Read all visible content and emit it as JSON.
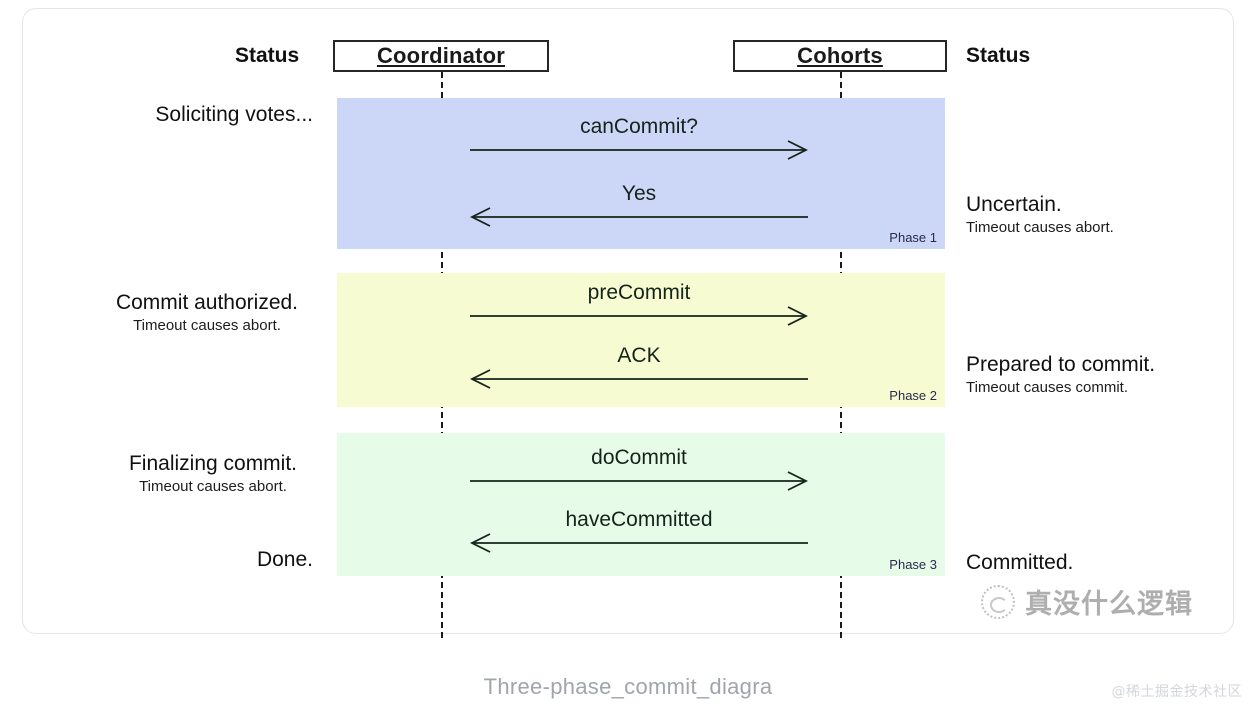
{
  "diagram": {
    "title_caption": "Three-phase_commit_diagra",
    "columns": {
      "status_left_label": "Status",
      "status_right_label": "Status",
      "coordinator_label": "Coordinator",
      "cohorts_label": "Cohorts"
    },
    "colors": {
      "phase1_band": "#ccd6f7",
      "phase2_band": "#f7fbd2",
      "phase3_band": "#e7fbe9",
      "arrow": "#15241a",
      "border": "#262626"
    },
    "phases": [
      {
        "id": "phase-1",
        "band_label": "Phase 1",
        "left_status": {
          "main": "Soliciting votes...",
          "sub": ""
        },
        "right_status": {
          "main": "Uncertain.",
          "sub": "Timeout causes abort."
        },
        "messages": [
          {
            "label": "canCommit?",
            "direction": "right"
          },
          {
            "label": "Yes",
            "direction": "left"
          }
        ]
      },
      {
        "id": "phase-2",
        "band_label": "Phase 2",
        "left_status": {
          "main": "Commit authorized.",
          "sub": "Timeout causes abort."
        },
        "right_status": {
          "main": "Prepared to commit.",
          "sub": "Timeout causes commit."
        },
        "messages": [
          {
            "label": "preCommit",
            "direction": "right"
          },
          {
            "label": "ACK",
            "direction": "left"
          }
        ]
      },
      {
        "id": "phase-3",
        "band_label": "Phase 3",
        "left_status": {
          "main": "Finalizing commit.",
          "sub": "Timeout causes abort."
        },
        "left_status_end": {
          "main": "Done.",
          "sub": ""
        },
        "right_status": {
          "main": "Committed.",
          "sub": ""
        },
        "messages": [
          {
            "label": "doCommit",
            "direction": "right"
          },
          {
            "label": "haveCommitted",
            "direction": "left"
          }
        ]
      }
    ]
  },
  "watermark": {
    "brand_text": "真没什么逻辑",
    "logo_icon": "circle-logo-icon",
    "footer_text": "@稀土掘金技术社区"
  }
}
